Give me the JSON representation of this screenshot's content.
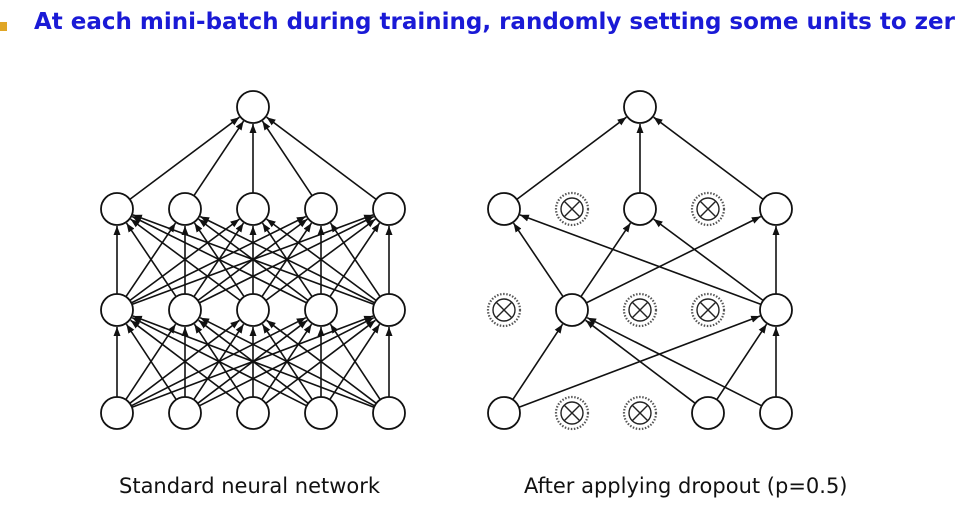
{
  "slide": {
    "title": "At each mini-batch during training, randomly setting some units to zero"
  },
  "colors": {
    "title": "#1a1ad6",
    "bullet": "#e0a626",
    "line": "#111111"
  },
  "diagrams": {
    "standard": {
      "caption": "Standard neural network",
      "nodes": {
        "input": [
          true,
          true,
          true,
          true,
          true
        ],
        "hidden1": [
          true,
          true,
          true,
          true,
          true
        ],
        "hidden2": [
          true,
          true,
          true,
          true,
          true
        ],
        "output": [
          true
        ]
      }
    },
    "dropout": {
      "caption": "After applying dropout (p=0.5)",
      "nodes": {
        "input": [
          true,
          false,
          false,
          true,
          true
        ],
        "hidden1": [
          false,
          true,
          false,
          false,
          true
        ],
        "hidden2": [
          true,
          false,
          true,
          false,
          true
        ],
        "output": [
          true
        ]
      }
    }
  }
}
